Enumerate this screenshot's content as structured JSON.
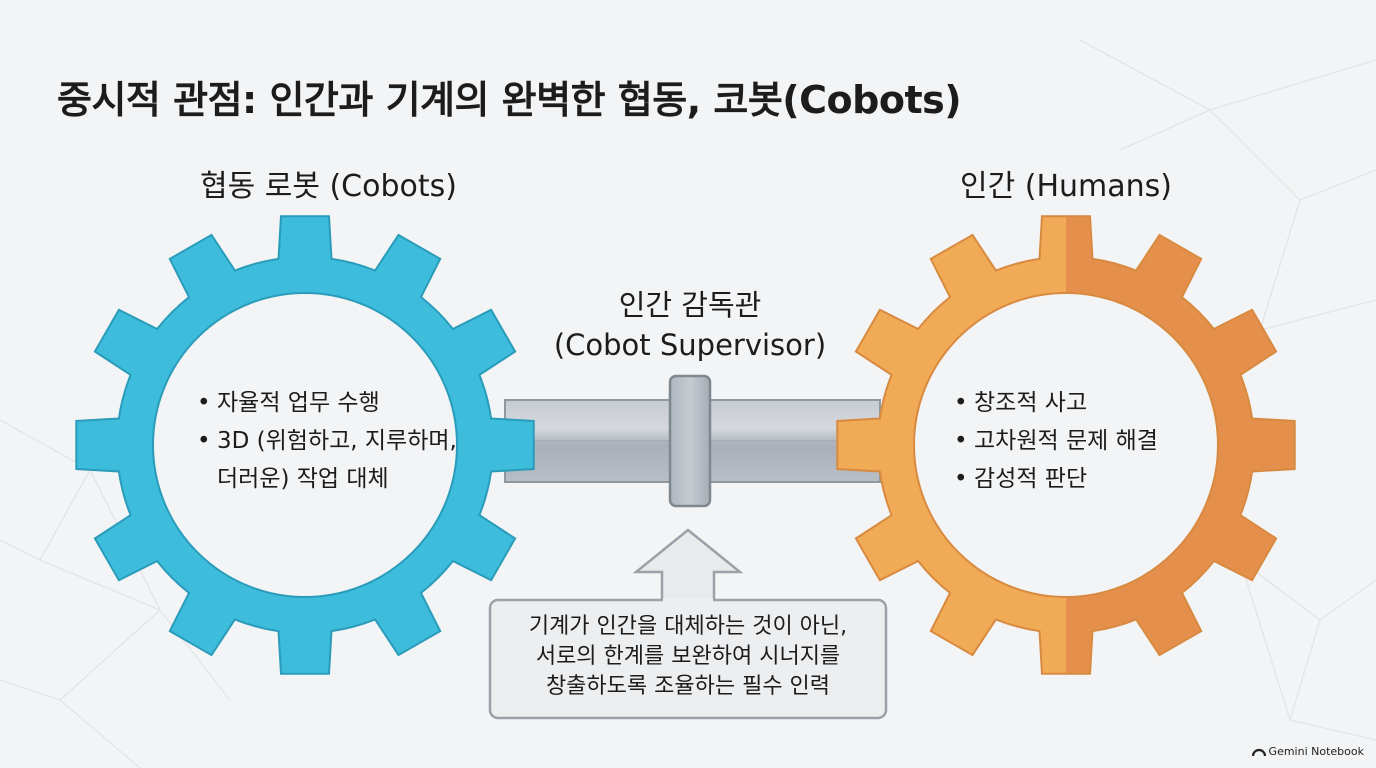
{
  "title": "중시적 관점: 인간과 기계의 완벽한 협동, 코봇(Cobots)",
  "left_gear": {
    "label": "협동 로봇 (Cobots)",
    "bullets": [
      "자율적 업무 수행",
      "3D (위험하고, 지루하며,",
      "더러운) 작업 대체"
    ],
    "color": "#3dbcdc"
  },
  "right_gear": {
    "label": "인간 (Humans)",
    "bullets": [
      "창조적 사고",
      "고차원적 문제 해결",
      "감성적 판단"
    ],
    "color_light": "#f1aa55",
    "color_dark": "#e48f4c"
  },
  "connector": {
    "label_line1": "인간 감독관",
    "label_line2": "(Cobot Supervisor)"
  },
  "callout": {
    "lines": [
      "기계가 인간을 대체하는 것이 아닌,",
      "서로의 한계를 보완하여 시너지를",
      "창출하도록 조율하는 필수 인력"
    ]
  },
  "watermark": "Gemini Notebook"
}
